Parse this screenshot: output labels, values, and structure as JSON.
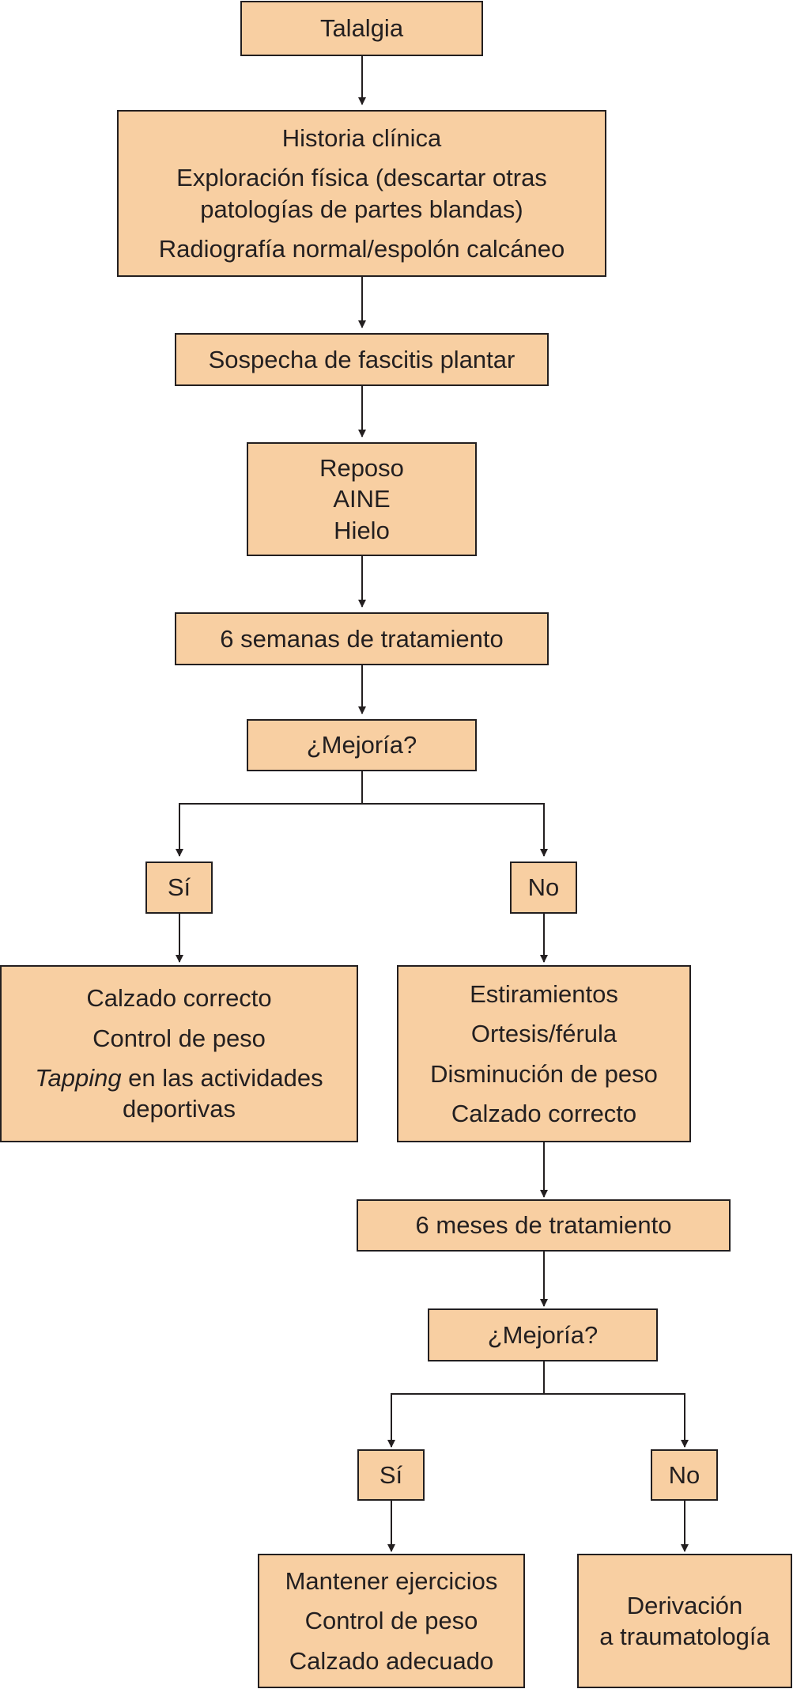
{
  "nodes": {
    "start": {
      "lines": [
        "Talalgia"
      ]
    },
    "eval": {
      "lines": [
        "Historia clínica",
        "Exploración física (descartar otras patologías de partes blandas)",
        "Radiografía normal/espolón calcáneo"
      ]
    },
    "suspicion": {
      "lines": [
        "Sospecha de fascitis plantar"
      ]
    },
    "initial_tx": {
      "lines": [
        "Reposo",
        "AINE",
        "Hielo"
      ]
    },
    "six_weeks": {
      "lines": [
        "6 semanas de tratamiento"
      ]
    },
    "improve1": {
      "lines": [
        "¿Mejoría?"
      ]
    },
    "yes1": {
      "lines": [
        "Sí"
      ]
    },
    "no1": {
      "lines": [
        "No"
      ]
    },
    "yes1_tx": {
      "lines": [
        "Calzado correcto",
        "Control de peso"
      ],
      "tapping_italic": "Tapping",
      "tapping_rest": " en las actividades deportivas"
    },
    "no1_tx": {
      "lines": [
        "Estiramientos",
        "Ortesis/férula",
        "Disminución de peso",
        "Calzado correcto"
      ]
    },
    "six_months": {
      "lines": [
        "6 meses de tratamiento"
      ]
    },
    "improve2": {
      "lines": [
        "¿Mejoría?"
      ]
    },
    "yes2": {
      "lines": [
        "Sí"
      ]
    },
    "no2": {
      "lines": [
        "No"
      ]
    },
    "yes2_tx": {
      "lines": [
        "Mantener ejercicios",
        "Control de peso",
        "Calzado adecuado"
      ]
    },
    "no2_tx": {
      "lines": [
        "Derivación",
        "a traumatología"
      ]
    }
  },
  "colors": {
    "box_fill": "#f8cfa2",
    "stroke": "#231f20"
  }
}
